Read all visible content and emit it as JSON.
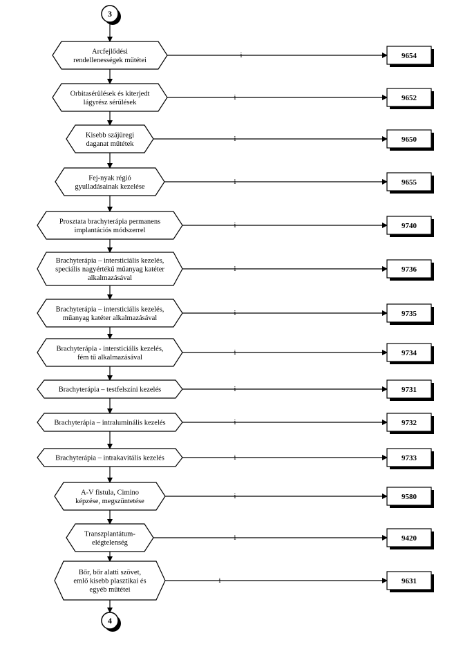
{
  "connectors": {
    "top": "3",
    "bottom": "4"
  },
  "nodes": [
    {
      "lines": [
        "Arcfejlődési",
        "rendellenességek műtétei"
      ],
      "code": "9654",
      "label": "i"
    },
    {
      "lines": [
        "Orbitasérülések és kiterjedt",
        "lágyrész sérülések"
      ],
      "code": "9652",
      "label": "i"
    },
    {
      "lines": [
        "Kisebb szájüregi",
        "daganat műtétek"
      ],
      "code": "9650",
      "label": "i"
    },
    {
      "lines": [
        "Fej-nyak régió",
        "gyulladásainak kezelése"
      ],
      "code": "9655",
      "label": "i"
    },
    {
      "lines": [
        "Prosztata brachyterápia permanens",
        "implantációs módszerrel"
      ],
      "code": "9740",
      "label": "i"
    },
    {
      "lines": [
        "Brachyterápia – intersticiális kezelés,",
        "speciális nagyértékű műanyag katéter",
        "alkalmazásával"
      ],
      "code": "9736",
      "label": "i"
    },
    {
      "lines": [
        "Brachyterápia – intersticiális kezelés,",
        "műanyag katéter alkalmazásával"
      ],
      "code": "9735",
      "label": "i"
    },
    {
      "lines": [
        "Brachyterápia - intersticiális kezelés,",
        "fém tű alkalmazásával"
      ],
      "code": "9734",
      "label": "i"
    },
    {
      "lines": [
        "Brachyterápia – testfelszíni kezelés"
      ],
      "code": "9731",
      "label": "i"
    },
    {
      "lines": [
        "Brachyterápia – intraluminális kezelés"
      ],
      "code": "9732",
      "label": "i"
    },
    {
      "lines": [
        "Brachyterápia – intrakavitális kezelés"
      ],
      "code": "9733",
      "label": "i"
    },
    {
      "lines": [
        "A-V fistula, Cimino",
        "képzése, megszüntetése"
      ],
      "code": "9580",
      "label": "i"
    },
    {
      "lines": [
        "Transzplantátum-",
        "elégtelenség"
      ],
      "code": "9420",
      "label": "i"
    },
    {
      "lines": [
        "Bőr, bőr alatti szövet,",
        "emlő kisebb plasztikai és",
        "egyéb műtétei"
      ],
      "code": "9631",
      "label": "i"
    }
  ]
}
